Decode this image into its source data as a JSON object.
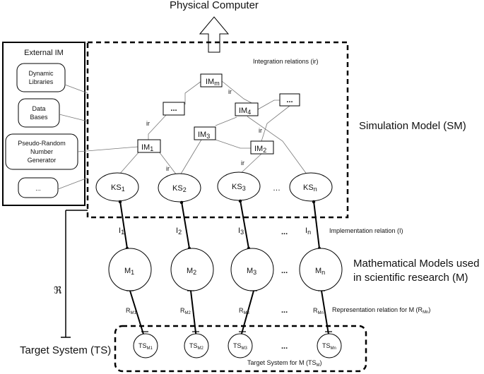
{
  "title": "Physical Computer",
  "external_im": {
    "title": "External IM",
    "items": [
      [
        "Dynamic",
        "Libraries"
      ],
      [
        "Data",
        "Bases"
      ],
      [
        "Pseudo-Random",
        "Number",
        "Generator"
      ],
      [
        "..."
      ]
    ]
  },
  "integration_label": "Integration relations (ir)",
  "ir": "ir",
  "ellipsis": "...",
  "ellipsis_dots": "…",
  "im_nodes": {
    "m": [
      "IM",
      "m"
    ],
    "one": [
      "IM",
      "1"
    ],
    "two": [
      "IM",
      "2"
    ],
    "three": [
      "IM",
      "3"
    ],
    "four": [
      "IM",
      "4"
    ]
  },
  "ks_nodes": [
    [
      "KS",
      "1"
    ],
    [
      "KS",
      "2"
    ],
    [
      "KS",
      "3"
    ],
    [
      "KS",
      "n"
    ]
  ],
  "impl_labels": [
    [
      "I",
      "1"
    ],
    [
      "I",
      "2"
    ],
    [
      "I",
      "3"
    ],
    [
      "I",
      "n"
    ]
  ],
  "impl_relation": "Implementation relation (I)",
  "m_nodes": [
    [
      "M",
      "1"
    ],
    [
      "M",
      "2"
    ],
    [
      "M",
      "3"
    ],
    [
      "M",
      "n"
    ]
  ],
  "rep_labels": [
    [
      "R",
      "M1"
    ],
    [
      "R",
      "M2"
    ],
    [
      "R",
      "M3"
    ],
    [
      "R",
      "Mn"
    ]
  ],
  "rep_relation": [
    "Representation relation for M (R",
    "Mn",
    ")"
  ],
  "ts_nodes": [
    [
      "TS",
      "M1"
    ],
    [
      "TS",
      "M2"
    ],
    [
      "TS",
      "M3"
    ],
    [
      "TS",
      "Mn"
    ]
  ],
  "ts_for_m": [
    "Target System for M (TS",
    "M",
    ")"
  ],
  "sim_model": "Simulation Model (SM)",
  "math_models": [
    "Mathematical Models used",
    "in scientific research (M)"
  ],
  "target_system": "Target System (TS)",
  "fraktur_r": "ℜ"
}
